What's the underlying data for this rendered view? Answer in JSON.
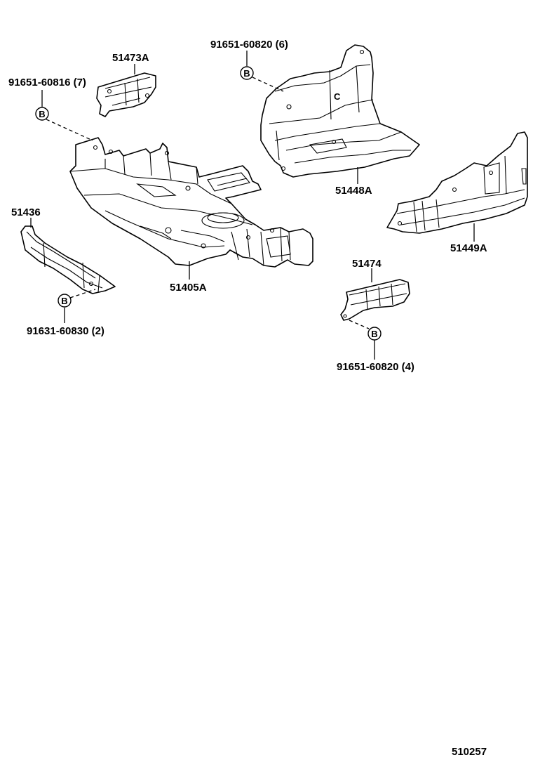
{
  "labels": {
    "p51473A": "51473A",
    "p51448A": "51448A",
    "p51449A": "51449A",
    "p51405A": "51405A",
    "p51436": "51436",
    "p51474": "51474",
    "bolt_60816": "91651-60816 (7)",
    "bolt_60820_6": "91651-60820 (6)",
    "bolt_60830": "91631-60830 (2)",
    "bolt_60820_4": "91651-60820 (4)",
    "ref_c": "C",
    "ref_b": "B",
    "diagram_id": "510257"
  }
}
